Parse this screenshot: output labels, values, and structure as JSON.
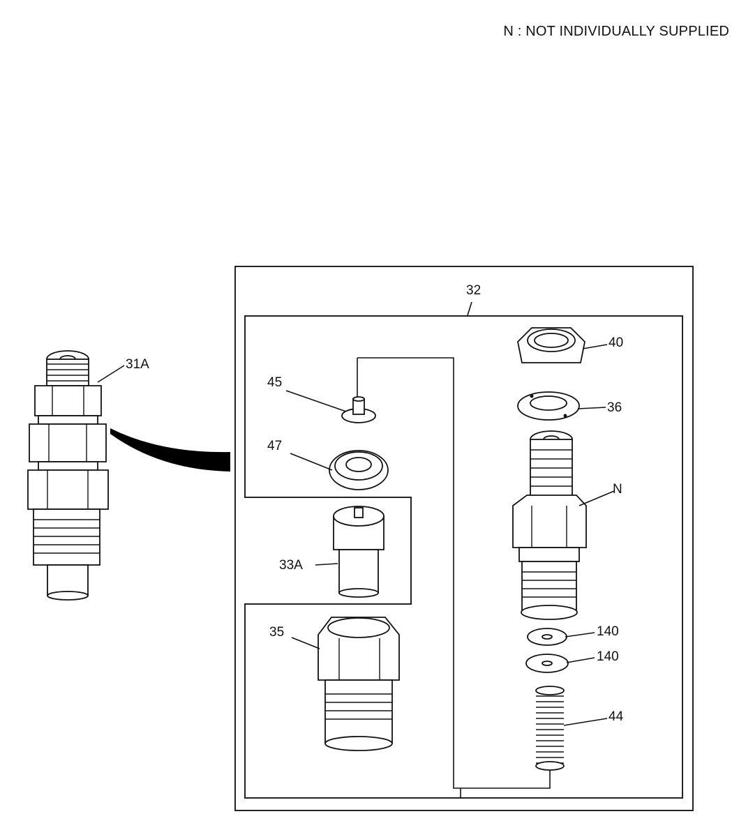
{
  "note": "N : NOT INDIVIDUALLY SUPPLIED",
  "labels": {
    "l31a": "31A",
    "l32": "32",
    "l40": "40",
    "l36": "36",
    "l45": "45",
    "l47": "47",
    "lN": "N",
    "l33a": "33A",
    "l35": "35",
    "l140a": "140",
    "l140b": "140",
    "l44": "44"
  }
}
